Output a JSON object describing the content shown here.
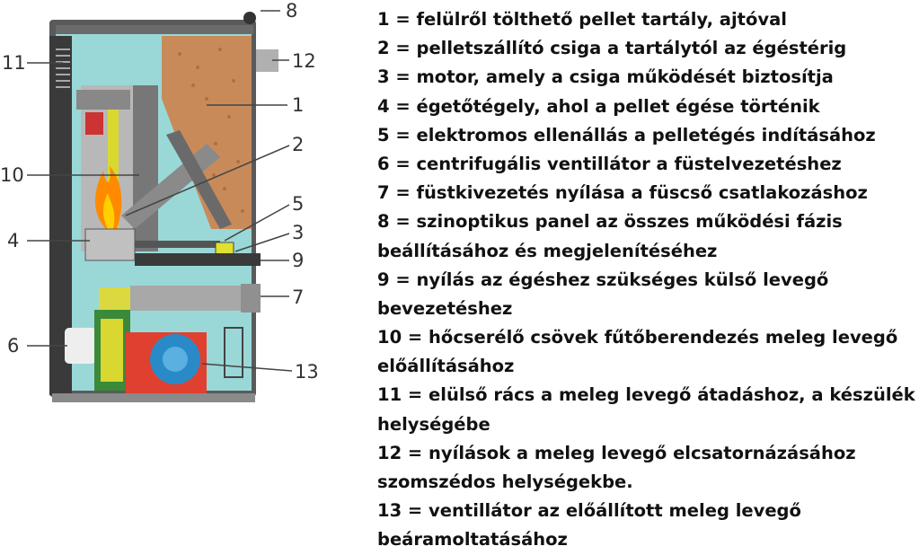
{
  "diagram": {
    "callouts": [
      "1",
      "2",
      "3",
      "4",
      "5",
      "6",
      "7",
      "8",
      "9",
      "10",
      "11",
      "12",
      "13"
    ]
  },
  "legend": {
    "lines": [
      "1 = felülről tölthető pellet tartály, ajtóval",
      "2 = pelletszállító csiga a tartálytól az égéstérig",
      "3 = motor, amely a csiga működését biztosítja",
      "4 = égetőtégely, ahol a pellet égése történik",
      "5 = elektromos ellenállás a pelletégés indításához",
      "6 = centrifugális ventillátor a füstelvezetéshez",
      "7 = füstkivezetés nyílása a füscső csatlakozáshoz",
      "8 = szinoptikus panel az összes működési fázis",
      "beállításához és megjelenítéséhez",
      "9 = nyílás az égéshez szükséges külső levegő",
      "bevezetéshez",
      "10 = hőcserélő csövek fűtőberendezés meleg levegő",
      "előállításához",
      "11 = elülső rács a meleg levegő átadáshoz, a készülék",
      "helységébe",
      "12 = nyílások a meleg levegő elcsatornázásához",
      "szomszédos  helységekbe.",
      "13 = ventillátor az előállított meleg levegő",
      "beáramoltatásához"
    ]
  },
  "colors": {
    "pellet": "#c98a5a",
    "casing_cyan": "#7fd6d6",
    "casing_gray": "#4a4a4a",
    "flame": "#ff8a00",
    "yellow_part": "#e0e030",
    "fan_blue": "#2a8ac8",
    "fan_red": "#e04030"
  }
}
